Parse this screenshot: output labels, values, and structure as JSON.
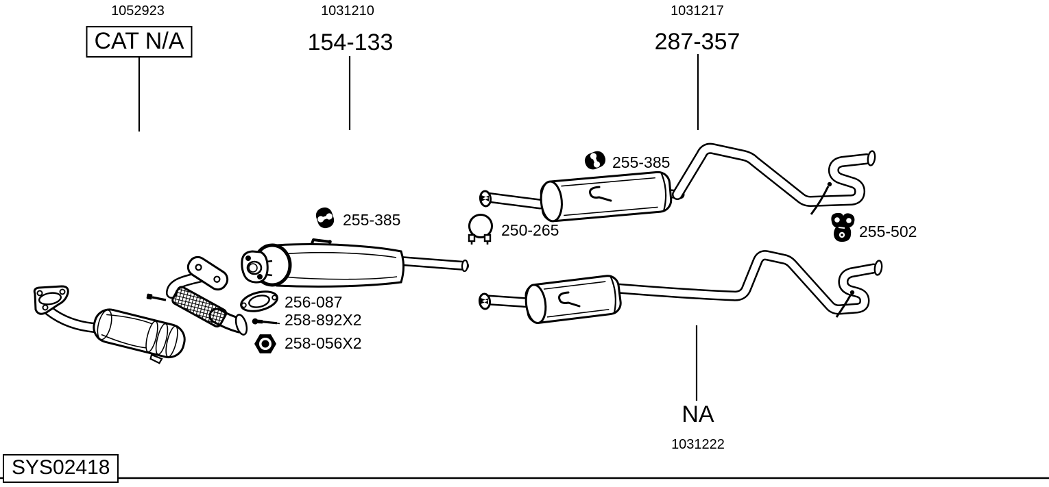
{
  "page": {
    "background": "#ffffff",
    "ink": "#000000"
  },
  "systems": [
    {
      "ref": "1052923",
      "label": "CAT N/A",
      "boxed": true
    },
    {
      "ref": "1031210",
      "label": "154-133",
      "boxed": false
    },
    {
      "ref": "1031217",
      "label": "287-357",
      "boxed": false
    },
    {
      "ref": "1031222",
      "label": "NA",
      "boxed": false
    }
  ],
  "callouts": [
    {
      "part": "255-385",
      "icon": "rubber-hanger-icon"
    },
    {
      "part": "256-087",
      "icon": "gasket-icon"
    },
    {
      "part": "258-892X2",
      "icon": "bolt-icon"
    },
    {
      "part": "258-056X2",
      "icon": "nut-icon"
    },
    {
      "part": "250-265",
      "icon": "clamp-icon"
    },
    {
      "part": "255-385",
      "icon": "rubber-hanger-icon"
    },
    {
      "part": "255-502",
      "icon": "rubber-hanger-3hole-icon"
    }
  ],
  "footer": {
    "diagram_code": "SYS02418"
  }
}
